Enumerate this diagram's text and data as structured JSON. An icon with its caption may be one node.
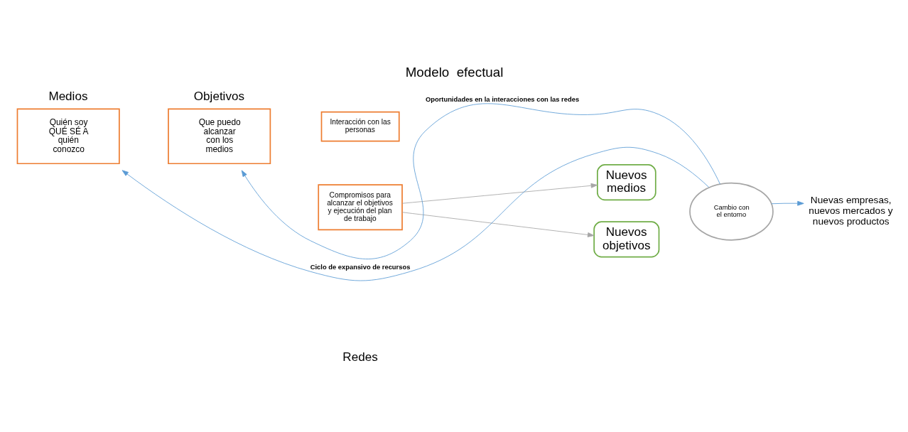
{
  "diagram": {
    "title": "Modelo  efectual",
    "nodes": [
      {
        "text": [
          "Medios",
          "Quién soy QUÉ SÉ A quién conozco"
        ]
      },
      {
        "text": [
          "Objetivos",
          "Que puedo alcanzar con los medios"
        ]
      },
      {
        "text": [
          "Interacción con las personas"
        ]
      },
      {
        "text": [
          "Compromisos para alcanzar el objetivos y ejecución del plan de trabajo"
        ]
      },
      {
        "text": [
          "Nuevos medios"
        ]
      },
      {
        "text": [
          "Nuevos objetivos"
        ]
      },
      {
        "text": [
          "Cambio con el entorno"
        ]
      },
      {
        "text": [
          "Nuevas empresas, nuevos mercados y nuevos productos"
        ]
      }
    ],
    "edges": [
      {
        "from": 3,
        "to": 4,
        "arrow": "to",
        "color": "#a6a6a6"
      },
      {
        "from": 3,
        "to": 5,
        "arrow": "to",
        "color": "#a6a6a6"
      },
      {
        "from": 6,
        "to": 0,
        "arrow": "to",
        "label": "Ciclo de expansivo de recursos"
      },
      {
        "from": 6,
        "to": 1,
        "arrow": "to",
        "label": "Oportunidades en la interacciones con las redes"
      },
      {
        "from": 6,
        "to": 7,
        "arrow": "to"
      }
    ],
    "labels": [
      "Redes"
    ]
  }
}
